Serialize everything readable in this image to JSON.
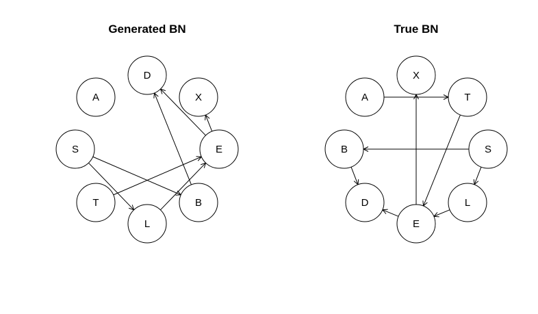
{
  "graphs": [
    {
      "id": "generated",
      "title": "Generated BN",
      "nodes": [
        "D",
        "X",
        "A",
        "S",
        "E",
        "T",
        "B",
        "L"
      ],
      "edges": [
        {
          "from": "E",
          "to": "D"
        },
        {
          "from": "E",
          "to": "X"
        },
        {
          "from": "B",
          "to": "D"
        },
        {
          "from": "T",
          "to": "E"
        },
        {
          "from": "L",
          "to": "E"
        },
        {
          "from": "S",
          "to": "B"
        },
        {
          "from": "S",
          "to": "L"
        }
      ]
    },
    {
      "id": "true",
      "title": "True BN",
      "nodes": [
        "X",
        "A",
        "T",
        "B",
        "S",
        "D",
        "L",
        "E"
      ],
      "edges": [
        {
          "from": "A",
          "to": "T"
        },
        {
          "from": "E",
          "to": "X"
        },
        {
          "from": "T",
          "to": "E"
        },
        {
          "from": "S",
          "to": "B"
        },
        {
          "from": "S",
          "to": "L"
        },
        {
          "from": "B",
          "to": "D"
        },
        {
          "from": "E",
          "to": "D"
        },
        {
          "from": "L",
          "to": "E"
        }
      ]
    }
  ]
}
